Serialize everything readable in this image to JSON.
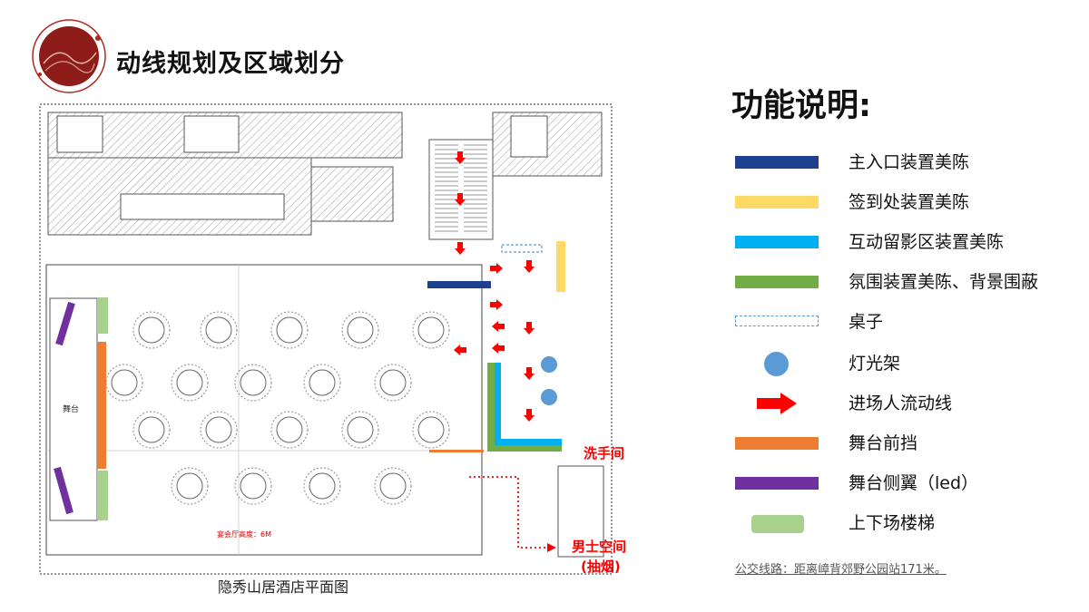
{
  "header": {
    "title": "动线规划及区域划分"
  },
  "plan": {
    "caption": "隐秀山居酒店平面图",
    "labels": {
      "washroom": "洗手间",
      "mens_space": "男士空间",
      "smoking": "(抽烟)",
      "stage": "舞台",
      "hall_height": "宴会厅高度：6M"
    }
  },
  "legend": {
    "title": "功能说明:",
    "items": [
      {
        "label": "主入口装置美陈",
        "swatch": "bar",
        "color": "#1f3f8f"
      },
      {
        "label": "签到处装置美陈",
        "swatch": "bar",
        "color": "#ffd966"
      },
      {
        "label": "互动留影区装置美陈",
        "swatch": "bar",
        "color": "#00b0f0"
      },
      {
        "label": "氛围装置美陈、背景围蔽",
        "swatch": "bar",
        "color": "#70ad47"
      },
      {
        "label": "桌子",
        "swatch": "dashed",
        "color": "#5b9bd5"
      },
      {
        "label": "灯光架",
        "swatch": "dot",
        "color": "#5b9bd5"
      },
      {
        "label": "进场人流动线",
        "swatch": "arrow",
        "color": "#ff0000"
      },
      {
        "label": "舞台前挡",
        "swatch": "bar",
        "color": "#ed7d31"
      },
      {
        "label": "舞台侧翼（led）",
        "swatch": "bar",
        "color": "#7030a0"
      },
      {
        "label": "上下场楼梯",
        "swatch": "rounded",
        "color": "#a9d18e"
      }
    ]
  },
  "footer": {
    "bus_route": "公交线路：距离嶂背郊野公园站171米。"
  }
}
